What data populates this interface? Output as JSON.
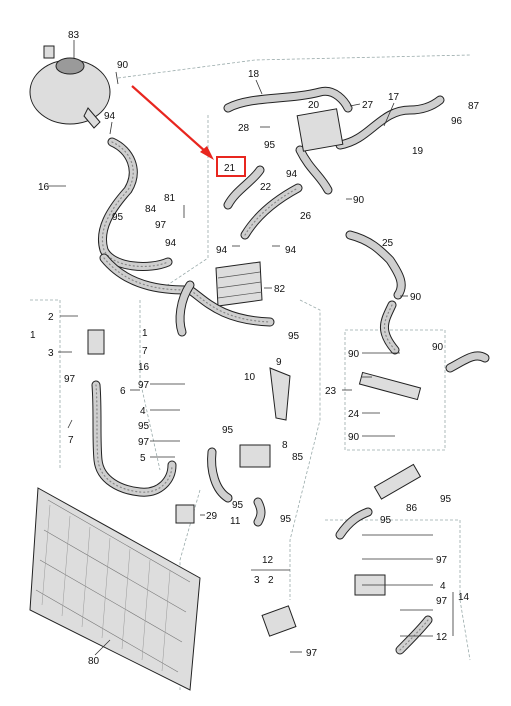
{
  "diagram": {
    "highlight_color": "#e8261f",
    "highlight_label": "21",
    "labels": {
      "p83": "83",
      "p90a": "90",
      "p94a": "94",
      "p16": "16",
      "p18": "18",
      "p20": "20",
      "p27": "27",
      "p17": "17",
      "p87": "87",
      "p96": "96",
      "p19": "19",
      "p28": "28",
      "p95a": "95",
      "p22": "22",
      "p94b": "94",
      "p90b": "90",
      "p26": "26",
      "p81": "81",
      "p84": "84",
      "p95b": "95",
      "p97a": "97",
      "p94c": "94",
      "p94d": "94",
      "p94e": "94",
      "p25": "25",
      "p82": "82",
      "p90c": "90",
      "p2a": "2",
      "p1a": "1",
      "p3a": "3",
      "p97b": "97",
      "p95c": "95",
      "p1b": "1",
      "p7a": "7",
      "p16b": "16",
      "p6": "6",
      "p97c": "97",
      "p4a": "4",
      "p95d": "95",
      "p97d": "97",
      "p5": "5",
      "p9": "9",
      "p10": "10",
      "p95e": "95",
      "p8": "8",
      "p85": "85",
      "p95f": "95",
      "p11": "11",
      "p95g": "95",
      "p29": "29",
      "p7b": "7",
      "p23": "23",
      "p90d": "90",
      "p90e": "90",
      "p24": "24",
      "p90f": "90",
      "p95h": "95",
      "p86": "86",
      "p95i": "95",
      "p12": "12",
      "p3b": "3",
      "p2b": "2",
      "p97e": "97",
      "p97f": "97",
      "p4b": "4",
      "p97g": "97",
      "p14": "14",
      "p12b": "12",
      "p80": "80"
    }
  }
}
